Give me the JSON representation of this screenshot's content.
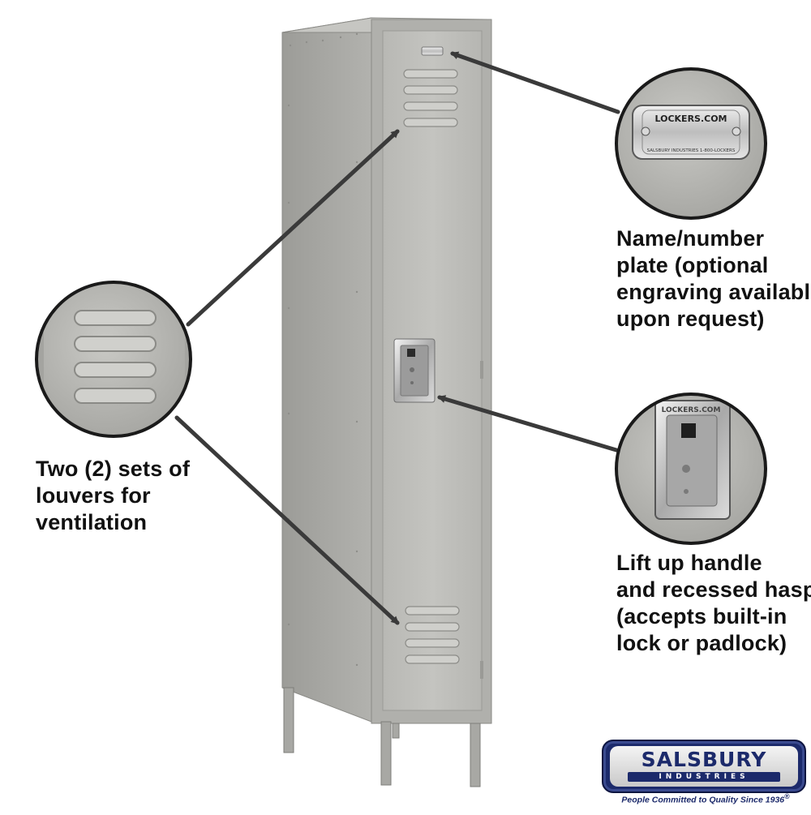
{
  "callouts": {
    "louvers": {
      "lines": [
        "Two (2) sets of",
        "louvers for",
        "ventilation"
      ]
    },
    "plate": {
      "lines": [
        "Name/number",
        "plate (optional",
        "engraving available",
        "upon request)"
      ]
    },
    "handle": {
      "lines": [
        "Lift up handle",
        "and recessed hasp",
        "(accepts built-in",
        "lock or padlock)"
      ]
    }
  },
  "plate_detail": {
    "brand_text": "LOCKERS.COM",
    "maker_text": "SALSBURY INDUSTRIES   1-800-LOCKERS"
  },
  "handle_detail": {
    "brand_text": "LOCKERS.COM"
  },
  "logo": {
    "name": "SALSBURY",
    "subtitle": "INDUSTRIES",
    "tagline": "People Committed to Quality Since 1936",
    "registered_mark": "®"
  },
  "colors": {
    "locker_body": "#b4b4b0",
    "locker_door": "#bcbcb8",
    "arrow": "#3a3a3a",
    "text": "#111111",
    "logo_blue": "#1c2a6b"
  },
  "icons": [
    "locker",
    "name-plate",
    "handle-hasp",
    "louver-vents",
    "arrow"
  ]
}
